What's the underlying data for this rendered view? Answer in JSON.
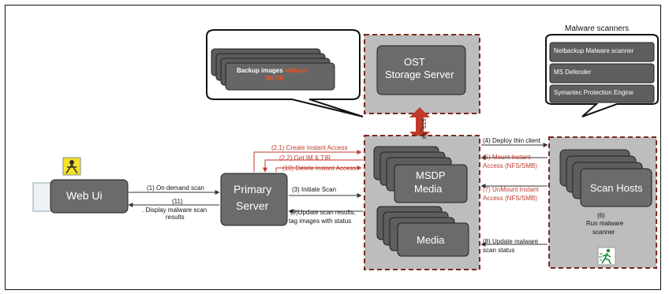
{
  "scanners_title": "Malware scanners",
  "scanners": [
    "Netbackup Malware scanner",
    "MS Defender",
    "Symantec Protection Engine"
  ],
  "backup_images": {
    "prefix": "Backup images ",
    "red": "without",
    "red2": "IM/TIR"
  },
  "ost": {
    "line1": "OST",
    "line2": "Storage Server"
  },
  "sts_label": "STS_XX",
  "web_ui": "Web Ui",
  "primary": {
    "line1": "Primary",
    "line2": "Server"
  },
  "msdp": {
    "line1": "MSDP",
    "line2": "Media"
  },
  "media": "Media",
  "scan_hosts": "Scan Hosts",
  "run_scanner": {
    "num": "(6)",
    "line1": "Run malware",
    "line2": "scanner"
  },
  "arrows": {
    "a1": "(1) On demand scan",
    "a11a": "(11)",
    "a11b": ". Display malware scan",
    "a11c": "results",
    "a21": "(2.1) Create Instant Access",
    "a22": "(2.2) Get IM & TIR",
    "a10": "(10) Delete Instant Access",
    "a3": "(3) Initiate Scan",
    "a9a": "(9)Update scan results,",
    "a9b": "tag images with status",
    "a4": "(4) Deploy thin client",
    "a5a": "(5) Mount Instant",
    "a5b": "Access (NFS/SMB)",
    "a7a": "(7) UnMount Instant",
    "a7b": "Access (NFS/SMB)",
    "a8a": "(8) Update malware",
    "a8b": "scan status"
  }
}
